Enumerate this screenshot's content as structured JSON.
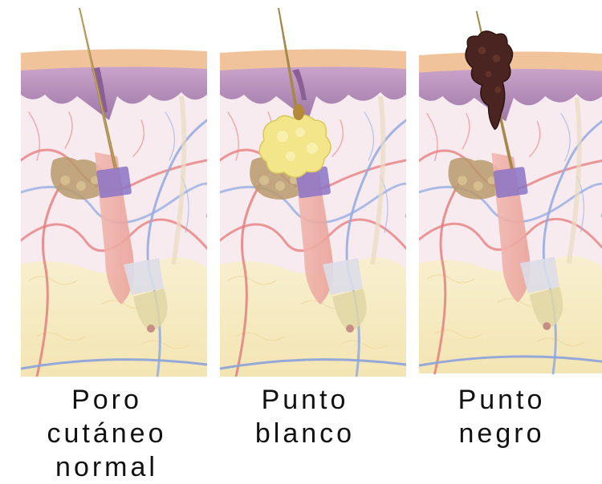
{
  "colors": {
    "stratum_corneum": "#f3c8a2",
    "epidermis": "#b18ab6",
    "dermis": "#f7e8ef",
    "fat": "#f6ecc0",
    "artery": "#e86c6c",
    "vein": "#8fa8e0",
    "sebum": "#f2e58a",
    "blackhead": "#4a2420",
    "hair": "#a5884a"
  },
  "panels": [
    {
      "id": "normal",
      "icon": "normal-pore-illustration",
      "caption_line1": "Poro cutáneo",
      "caption_line2": "normal"
    },
    {
      "id": "whitehead",
      "icon": "whitehead-illustration",
      "caption_line1": "Punto",
      "caption_line2": "blanco"
    },
    {
      "id": "blackhead",
      "icon": "blackhead-illustration",
      "caption_line1": "Punto",
      "caption_line2": "negro"
    }
  ]
}
